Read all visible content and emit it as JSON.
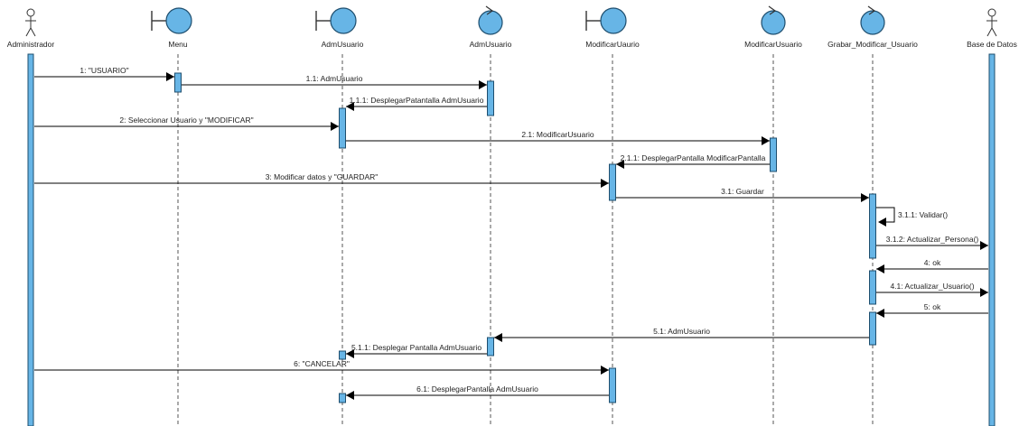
{
  "colors": {
    "fill": "#67B5E6",
    "stroke": "#1E4E6E",
    "line": "#000000",
    "lifeline": "#555555",
    "background": "#FFFFFF"
  },
  "participants": [
    {
      "id": "administrador",
      "type": "actor",
      "name": "Administrador"
    },
    {
      "id": "menu",
      "type": "boundary",
      "name": "Menu"
    },
    {
      "id": "admusuario_b",
      "type": "boundary",
      "name": "AdmUsuario"
    },
    {
      "id": "admusuario_c",
      "type": "control",
      "name": "AdmUsuario"
    },
    {
      "id": "modificaruaurio",
      "type": "boundary",
      "name": "ModificarUaurio"
    },
    {
      "id": "modificarusuario",
      "type": "control",
      "name": "ModificarUsuario"
    },
    {
      "id": "grabar",
      "type": "control",
      "name": "Grabar_Modificar_Usuario"
    },
    {
      "id": "bd",
      "type": "actor",
      "name": "Base de Datos"
    }
  ],
  "messages": [
    {
      "label": "1: \"USUARIO\"",
      "from": "administrador",
      "to": "menu"
    },
    {
      "label": "1.1: AdmUsuario",
      "from": "menu",
      "to": "admusuario_c"
    },
    {
      "label": "1.1.1: DesplegarPatantalla AdmUsuario",
      "from": "admusuario_c",
      "to": "admusuario_b"
    },
    {
      "label": "2: Seleccionar Usuario y \"MODIFICAR\"",
      "from": "administrador",
      "to": "admusuario_b"
    },
    {
      "label": "2.1: ModificarUsuario",
      "from": "admusuario_b",
      "to": "modificarusuario"
    },
    {
      "label": "2.1.1: DesplegarPantalla ModificarPantalla",
      "from": "modificarusuario",
      "to": "modificaruaurio"
    },
    {
      "label": "3: Modificar datos y \"GUARDAR\"",
      "from": "administrador",
      "to": "modificaruaurio"
    },
    {
      "label": "3.1: Guardar",
      "from": "modificaruaurio",
      "to": "grabar"
    },
    {
      "label": "3.1.1: Validar()",
      "from": "grabar",
      "to": "grabar",
      "self": true
    },
    {
      "label": "3.1.2: Actualizar_Persona()",
      "from": "grabar",
      "to": "bd"
    },
    {
      "label": "4: ok",
      "from": "bd",
      "to": "grabar"
    },
    {
      "label": "4.1: Actualizar_Usuario()",
      "from": "grabar",
      "to": "bd"
    },
    {
      "label": "5: ok",
      "from": "bd",
      "to": "grabar"
    },
    {
      "label": "5.1: AdmUsuario",
      "from": "grabar",
      "to": "admusuario_c"
    },
    {
      "label": "5.1.1: Desplegar Pantalla AdmUsuario",
      "from": "admusuario_c",
      "to": "admusuario_b"
    },
    {
      "label": "6: \"CANCELAR\"",
      "from": "administrador",
      "to": "modificaruaurio"
    },
    {
      "label": "6.1: DesplegarPantalla AdmUsuario",
      "from": "modificaruaurio",
      "to": "admusuario_b"
    }
  ]
}
